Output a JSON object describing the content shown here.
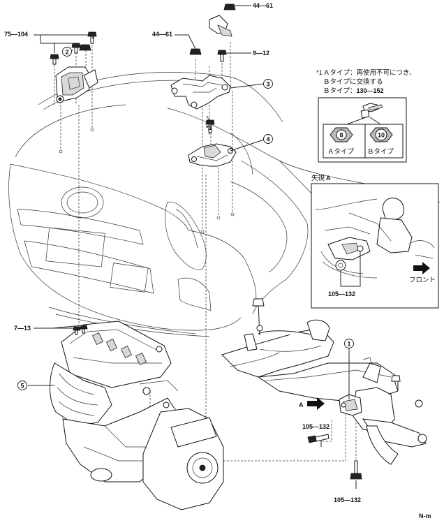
{
  "torques": {
    "t_75_104": "75—104",
    "t_44_61_top": "44—61",
    "t_44_61_mid": "44—61",
    "t_9_12": "9—12",
    "t_7_13": "7—13",
    "t_105_132_left": "105—132",
    "t_105_132_bottom": "105—132",
    "t_105_132_view": "105—132"
  },
  "callouts": {
    "c1": "1",
    "c2": "2",
    "c3": "3",
    "c4": "4",
    "c5": "5"
  },
  "note": {
    "mark": "*1",
    "line1": "Ａタイプ：再使用不可につき、",
    "line2": "Ｂタイプに交換する",
    "line3_prefix": "Ｂタイプ：",
    "line3_value": "130—152"
  },
  "bolt_types": {
    "a_mark": "8",
    "b_mark": "10",
    "a_label": "Ａタイプ",
    "b_label": "Ｂタイプ"
  },
  "view": {
    "title_prefix": "矢視",
    "title_letter": "A",
    "front_label": "フロント"
  },
  "arrow_a": "A",
  "star_mark": "*1",
  "page_code": "N-m"
}
